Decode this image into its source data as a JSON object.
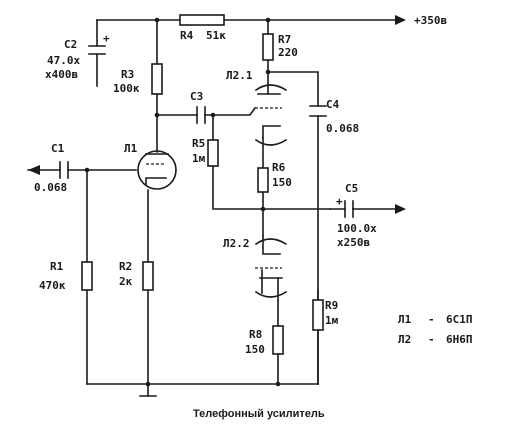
{
  "title": "Телефонный усилитель",
  "supply": "+350в",
  "components": {
    "c1": {
      "name": "C1",
      "value": "0.068"
    },
    "c2": {
      "name": "C2",
      "value": "47.0х",
      "rating": "х400в"
    },
    "c3": {
      "name": "C3"
    },
    "c4": {
      "name": "C4",
      "value": "0.068"
    },
    "c5": {
      "name": "C5",
      "value": "100.0х",
      "rating": "х250в"
    },
    "r1": {
      "name": "R1",
      "value": "470к"
    },
    "r2": {
      "name": "R2",
      "value": "2к"
    },
    "r3": {
      "name": "R3",
      "value": "100к"
    },
    "r4": {
      "name": "R4",
      "value": "51к"
    },
    "r5": {
      "name": "R5",
      "value": "1м"
    },
    "r6": {
      "name": "R6",
      "value": "150"
    },
    "r7": {
      "name": "R7",
      "value": "220"
    },
    "r8": {
      "name": "R8",
      "value": "150"
    },
    "r9": {
      "name": "R9",
      "value": "1м"
    },
    "l1": {
      "name": "Л1"
    },
    "l21": {
      "name": "Л2.1"
    },
    "l22": {
      "name": "Л2.2"
    }
  },
  "legend": [
    {
      "tube": "Л1",
      "dash": "-",
      "type": "6С1П"
    },
    {
      "tube": "Л2",
      "dash": "-",
      "type": "6Н6П"
    }
  ],
  "polarity_mark": "+"
}
